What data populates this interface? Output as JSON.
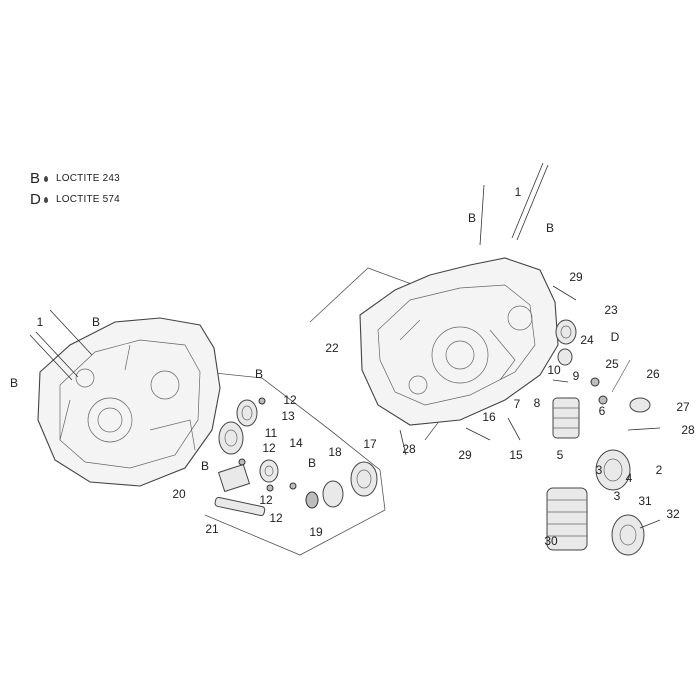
{
  "legend": [
    {
      "letter": "B",
      "text": "LOCTITE 243"
    },
    {
      "letter": "D",
      "text": "LOCTITE 574"
    }
  ],
  "callouts": {
    "c1a": "1",
    "c1b": "1",
    "cBa": "B",
    "cBb": "B",
    "cBc": "B",
    "cBd": "B",
    "cBe": "B",
    "cBf": "B",
    "cBg": "B",
    "c2": "2",
    "c3a": "3",
    "c3b": "3",
    "c4": "4",
    "c5": "5",
    "c6": "6",
    "c7": "7",
    "c8": "8",
    "c9": "9",
    "c10": "10",
    "c11": "11",
    "c12a": "12",
    "c12b": "12",
    "c12c": "12",
    "c12d": "12",
    "c13": "13",
    "c14": "14",
    "c15": "15",
    "c16": "16",
    "c17": "17",
    "c18": "18",
    "c19": "19",
    "c20": "20",
    "c21": "21",
    "c22": "22",
    "c23": "23",
    "c24": "24",
    "cD": "D",
    "c25": "25",
    "c26": "26",
    "c27": "27",
    "c28a": "28",
    "c28b": "28",
    "c29a": "29",
    "c29b": "29",
    "c30": "30",
    "c31": "31",
    "c32": "32"
  }
}
